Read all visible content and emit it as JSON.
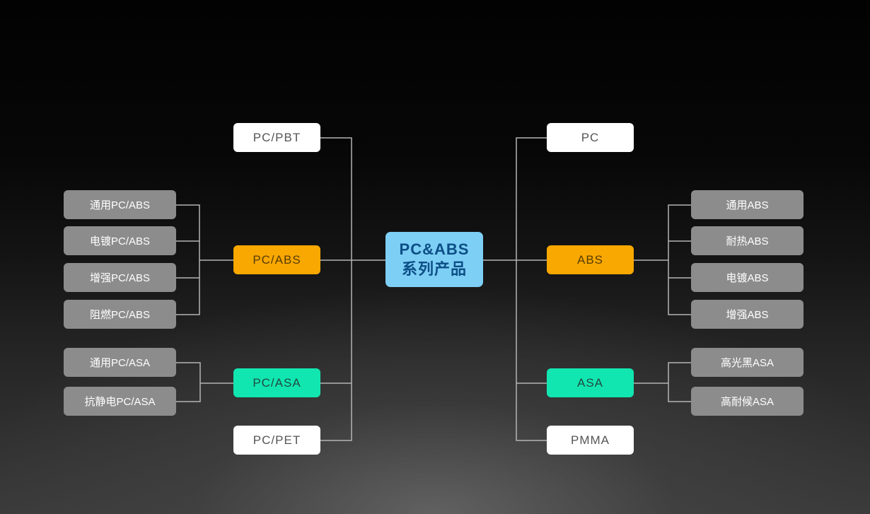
{
  "center": {
    "title_line1": "PC&ABS",
    "title_line2": "系列产品"
  },
  "left": {
    "branches": [
      {
        "label": "PC/PBT"
      },
      {
        "label": "PC/ABS",
        "children": [
          "通用PC/ABS",
          "电镀PC/ABS",
          "增强PC/ABS",
          "阻燃PC/ABS"
        ]
      },
      {
        "label": "PC/ASA",
        "children": [
          "通用PC/ASA",
          "抗静电PC/ASA"
        ]
      },
      {
        "label": "PC/PET"
      }
    ]
  },
  "right": {
    "branches": [
      {
        "label": "PC"
      },
      {
        "label": "ABS",
        "children": [
          "通用ABS",
          "耐热ABS",
          "电镀ABS",
          "增强ABS"
        ]
      },
      {
        "label": "ASA",
        "children": [
          "高光黑ASA",
          "高耐候ASA"
        ]
      },
      {
        "label": "PMMA"
      }
    ]
  },
  "colors": {
    "center_fill": "#7ecff5",
    "center_text": "#0c4f86",
    "abs_fill": "#f8a800",
    "asa_fill": "#12e6b0",
    "plain_fill": "#ffffff",
    "leaf_fill": "#8c8c8c",
    "connector": "#b4b4b4"
  }
}
